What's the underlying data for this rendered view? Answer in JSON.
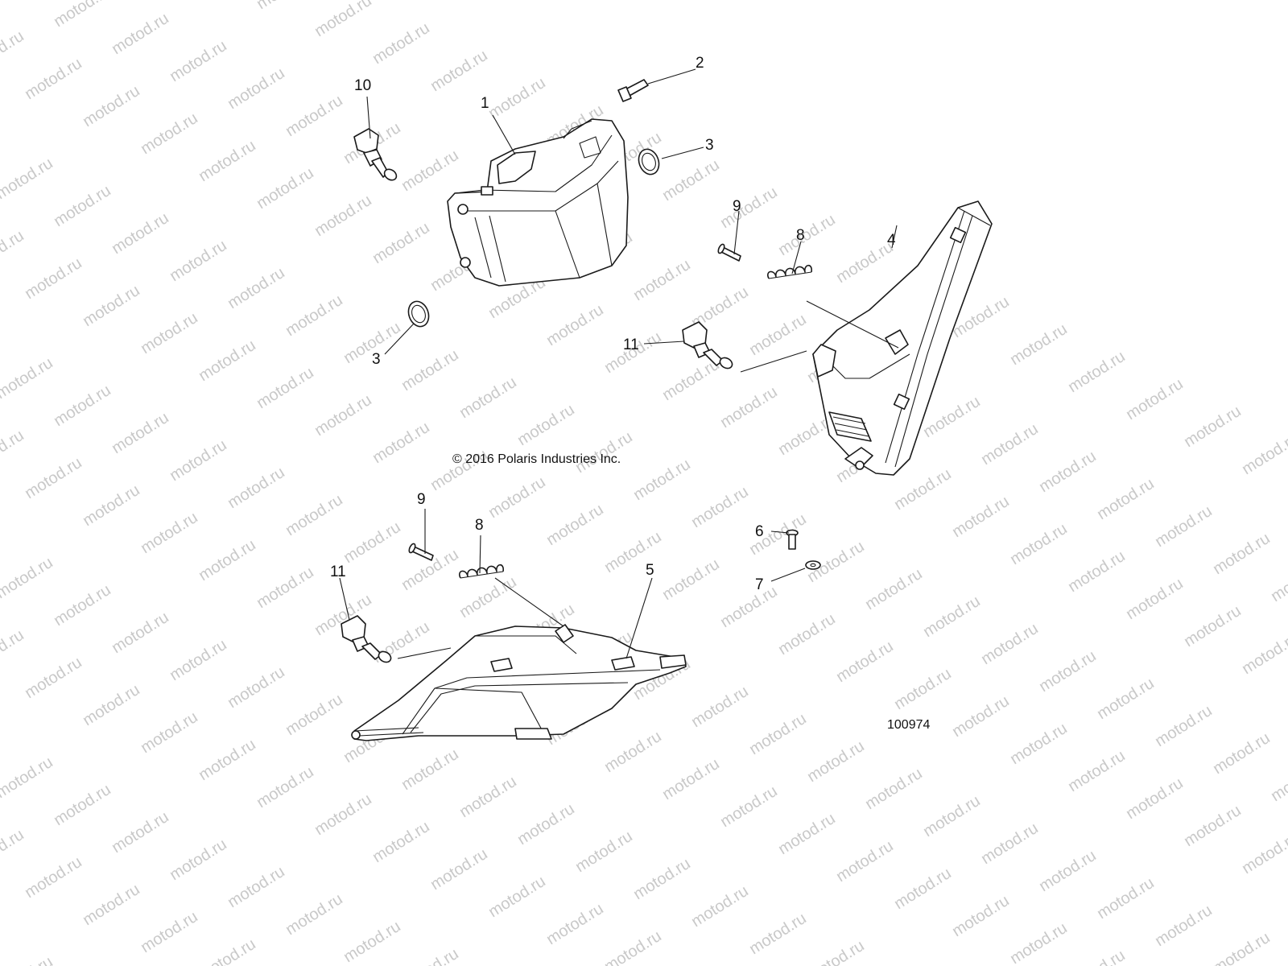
{
  "watermark": {
    "text": "motod.ru",
    "color": "#c9c9c9"
  },
  "copyright": "© 2016 Polaris Industries Inc.",
  "drawing_number": "100974",
  "callouts": [
    {
      "id": "c1",
      "label": "1"
    },
    {
      "id": "c2",
      "label": "2"
    },
    {
      "id": "c3a",
      "label": "3"
    },
    {
      "id": "c3b",
      "label": "3"
    },
    {
      "id": "c4",
      "label": "4"
    },
    {
      "id": "c5",
      "label": "5"
    },
    {
      "id": "c6",
      "label": "6"
    },
    {
      "id": "c7",
      "label": "7"
    },
    {
      "id": "c8a",
      "label": "8"
    },
    {
      "id": "c8b",
      "label": "8"
    },
    {
      "id": "c9a",
      "label": "9"
    },
    {
      "id": "c9b",
      "label": "9"
    },
    {
      "id": "c10",
      "label": "10"
    },
    {
      "id": "c11a",
      "label": "11"
    },
    {
      "id": "c11b",
      "label": "11"
    }
  ]
}
